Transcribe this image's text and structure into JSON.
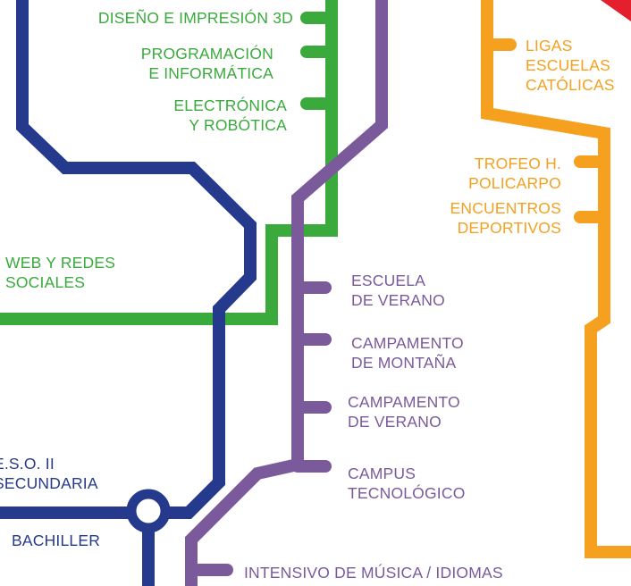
{
  "colors": {
    "green": "#3aaa3c",
    "blue": "#253a8c",
    "purple": "#7a5a9b",
    "orange": "#f5a01e",
    "red": "#e4202e"
  },
  "green_line": {
    "stations": {
      "diseno": "DISEÑO E IMPRESIÓN 3D",
      "programacion": "PROGRAMACIÓN\nE INFORMÁTICA",
      "electronica": "ELECTRÓNICA\nY ROBÓTICA",
      "web": "WEB Y REDES\nSOCIALES"
    }
  },
  "orange_line": {
    "stations": {
      "ligas": "LIGAS\nESCUELAS\nCATÓLICAS",
      "trofeo": "TROFEO H.\nPOLICARPO",
      "encuentros": "ENCUENTROS\nDEPORTIVOS"
    }
  },
  "purple_line": {
    "stations": {
      "escuela_verano": "ESCUELA\nDE VERANO",
      "campamento_montana": "CAMPAMENTO\nDE MONTAÑA",
      "campamento_verano": "CAMPAMENTO\nDE VERANO",
      "campus": "CAMPUS\nTECNOLÓGICO",
      "intensivo": "INTENSIVO DE MÚSICA / IDIOMAS"
    }
  },
  "blue_line": {
    "stations": {
      "eso": "E.S.O. II\nSECUNDARIA",
      "bachiller": "BACHILLER"
    }
  }
}
